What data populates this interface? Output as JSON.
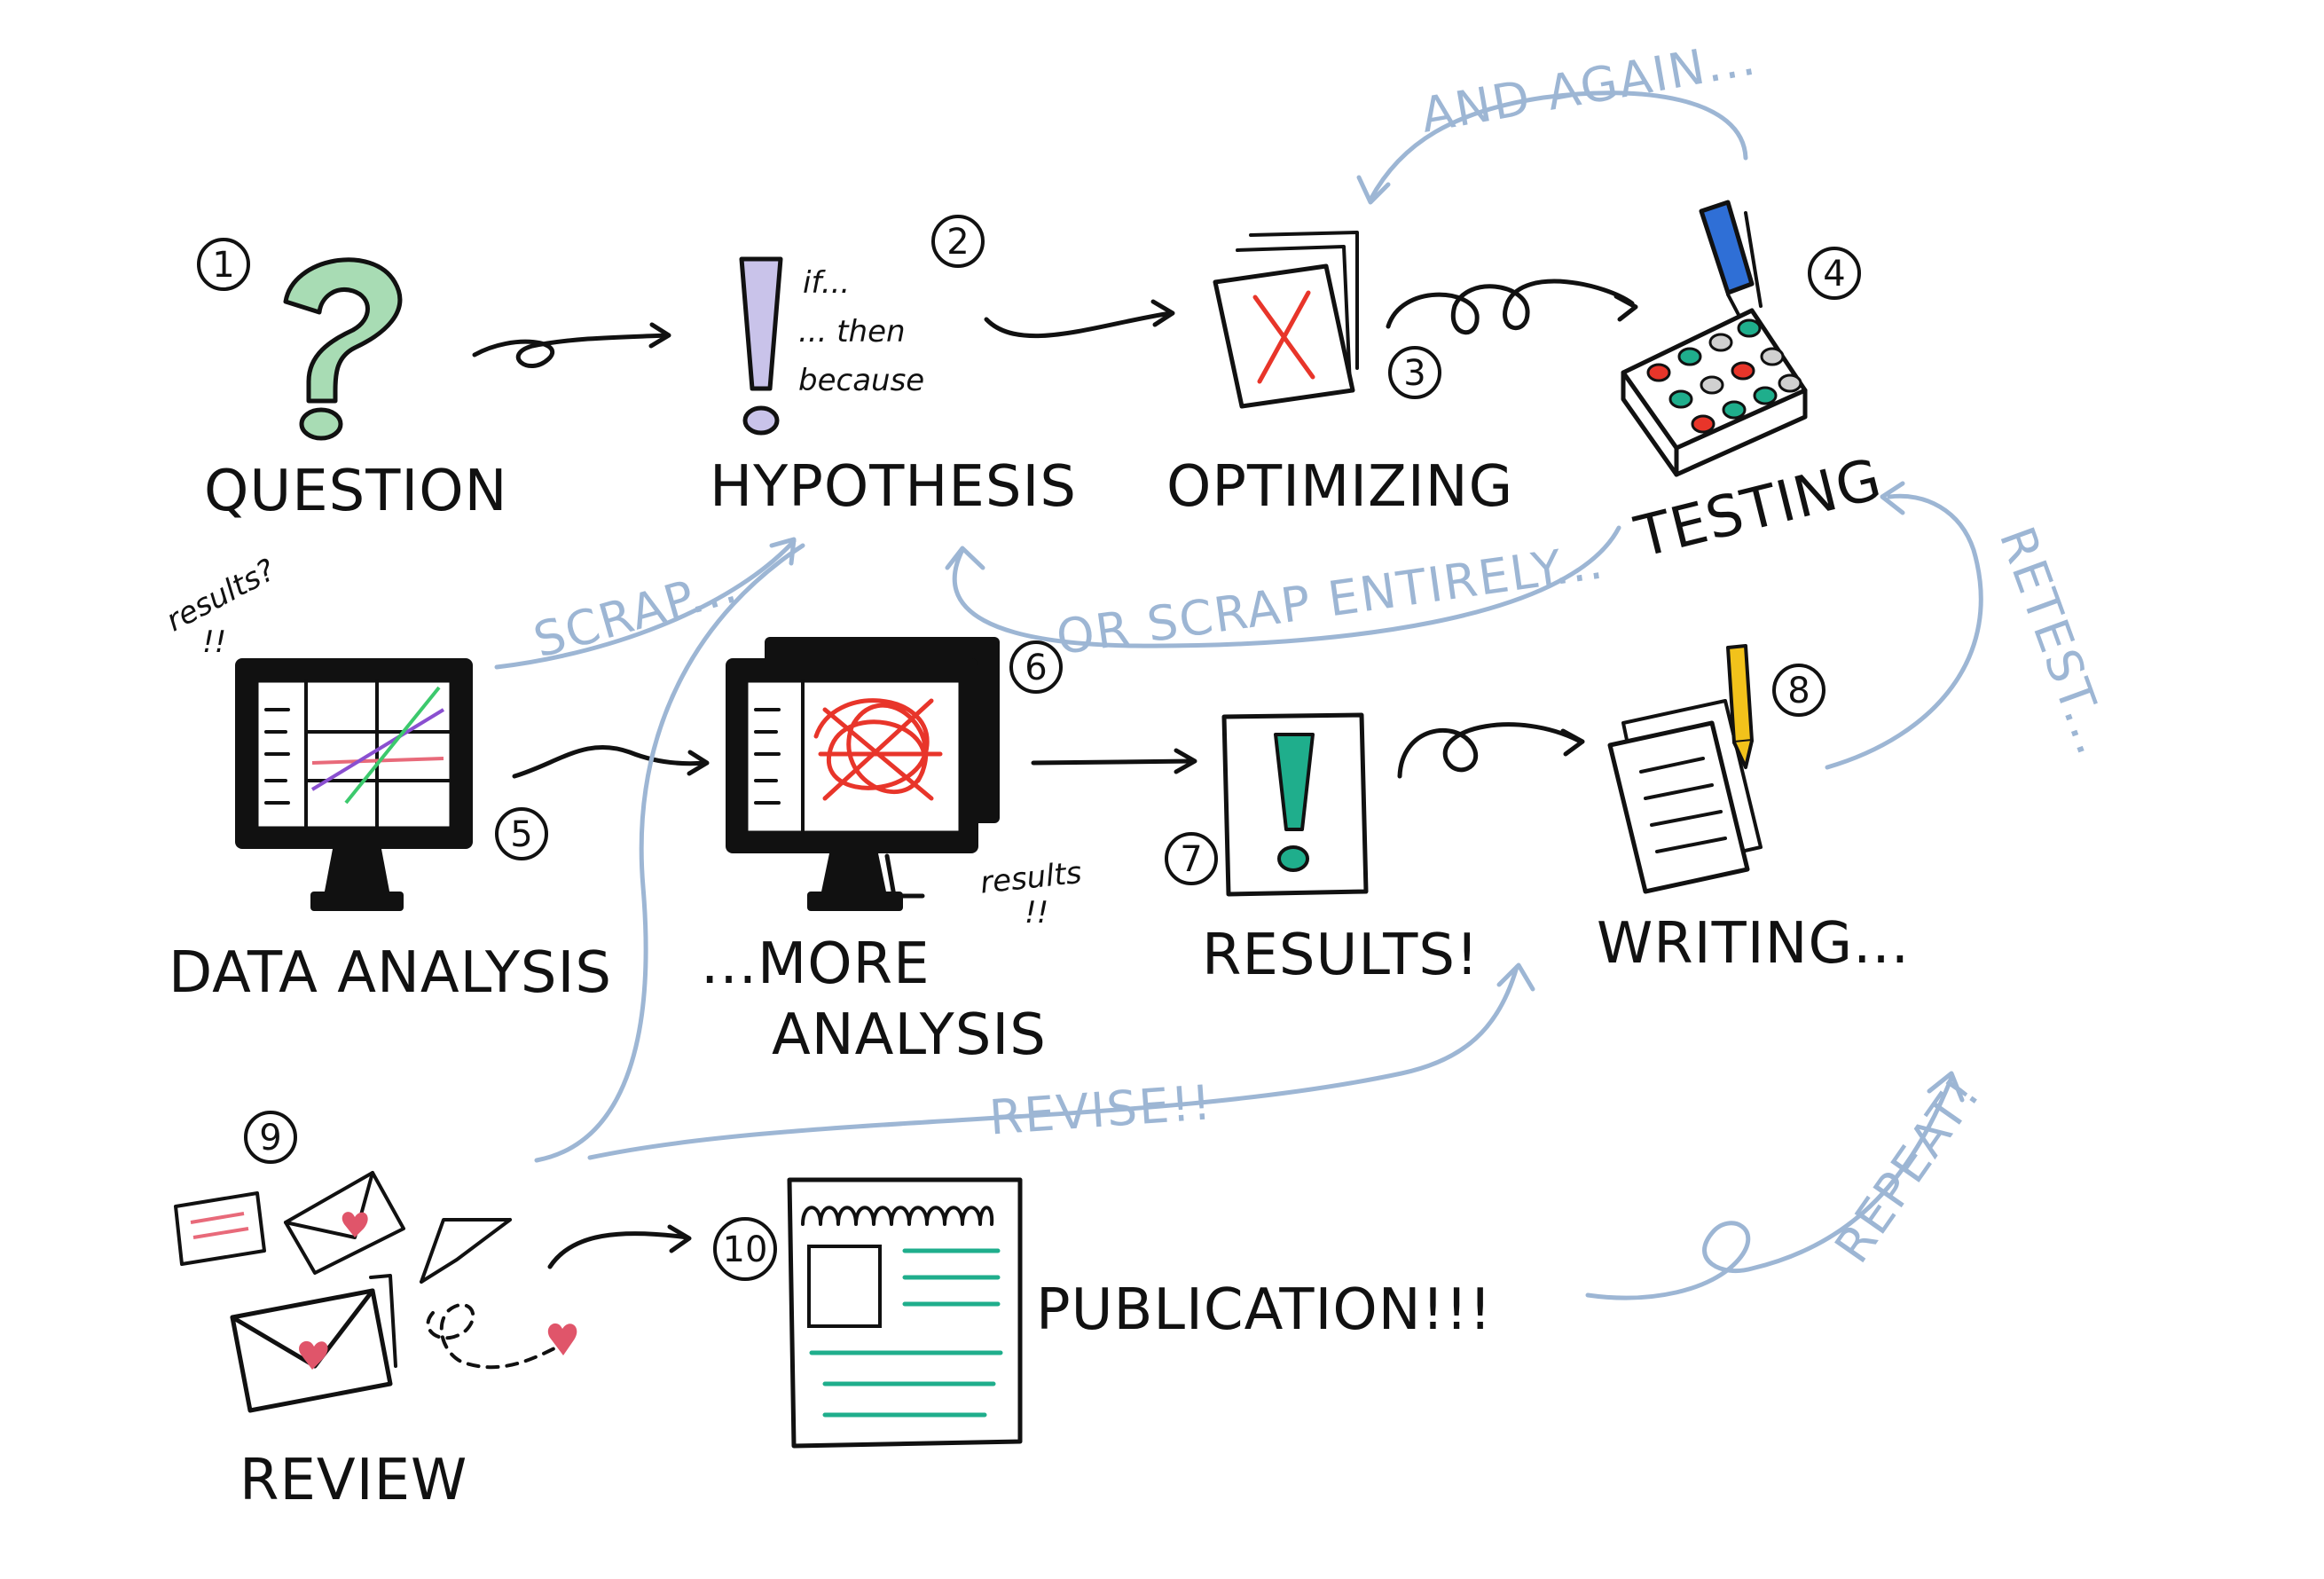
{
  "labels": {
    "question": "QUESTION",
    "hypothesis": "HYPOTHESIS",
    "optimizing": "OPTIMIZING",
    "testing": "TESTING",
    "data_analysis": "DATA ANALYSIS",
    "more_analysis_line1": "...MORE",
    "more_analysis_line2": "ANALYSIS",
    "results": "RESULTS!",
    "writing": "WRITING...",
    "review": "REVIEW",
    "publication": "PUBLICATION!!!"
  },
  "numbers": [
    "1",
    "2",
    "3",
    "4",
    "5",
    "6",
    "7",
    "8",
    "9",
    "10"
  ],
  "hypothesis_words": {
    "if": "if...",
    "then": "... then",
    "because": "because"
  },
  "notes": {
    "results_question": "results?",
    "results_question_marks": "!!",
    "results_note": "results",
    "results_note_marks": "!!"
  },
  "loop_labels": {
    "and_again": "AND AGAIN...",
    "scrap": "SCRAP...",
    "scrap_entirely": "OR SCRAP ENTIRELY...",
    "retest": "RETEST...",
    "revise": "REVISE!!",
    "repeat": "REPEAT!"
  },
  "colors": {
    "ink": "#111111",
    "loop_blue": "#9db6d4",
    "question_green": "#a8dcb4",
    "hypothesis_lavender": "#c9c3ea",
    "teal": "#1fae8c",
    "red": "#e8352a",
    "pipette_blue": "#2f6fd6",
    "pencil_yellow": "#f2c21b",
    "heart_pink": "#e0556a",
    "plot_purple": "#8a4fd0",
    "plot_green": "#3cc96d",
    "plot_pink": "#e86a7a"
  },
  "icons": [
    "question-mark-icon",
    "exclamation-icon",
    "papers-icon",
    "test-tray-icon",
    "monitor-icon",
    "results-page-icon",
    "document-pencil-icon",
    "letters-icon",
    "paper-plane-icon",
    "publication-page-icon"
  ]
}
